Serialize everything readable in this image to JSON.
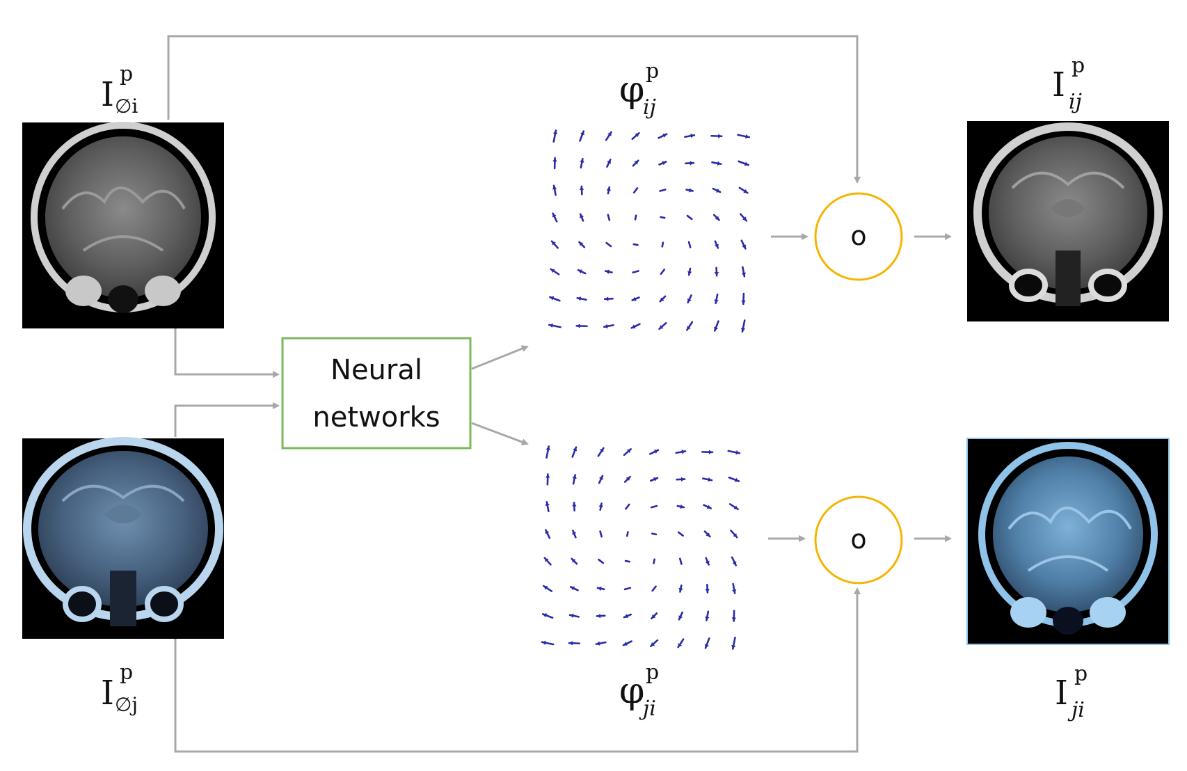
{
  "labels": {
    "input_i": {
      "base": "I",
      "sup": "p",
      "sub": "∅i"
    },
    "input_j": {
      "base": "I",
      "sup": "p",
      "sub": "∅j"
    },
    "field_ij": {
      "base": "φ",
      "sup": "p",
      "sub": "ij"
    },
    "field_ji": {
      "base": "φ",
      "sup": "p",
      "sub": "ji"
    },
    "output_ij": {
      "base": "I",
      "sup": "p",
      "sub": "ij"
    },
    "output_ji": {
      "base": "I",
      "sup": "p",
      "sub": "ji"
    }
  },
  "network": {
    "line1": "Neural",
    "line2": "networks"
  },
  "compose_ops": {
    "top": "o",
    "bottom": "o"
  },
  "colors": {
    "arrow": "#a8a8a8",
    "network_border": "#7ab85a",
    "compose_border": "#f5b400",
    "vector": "#2a2aa8",
    "scan_gray_bg": "#000000",
    "scan_blue_tint": "#8fc3ea"
  }
}
